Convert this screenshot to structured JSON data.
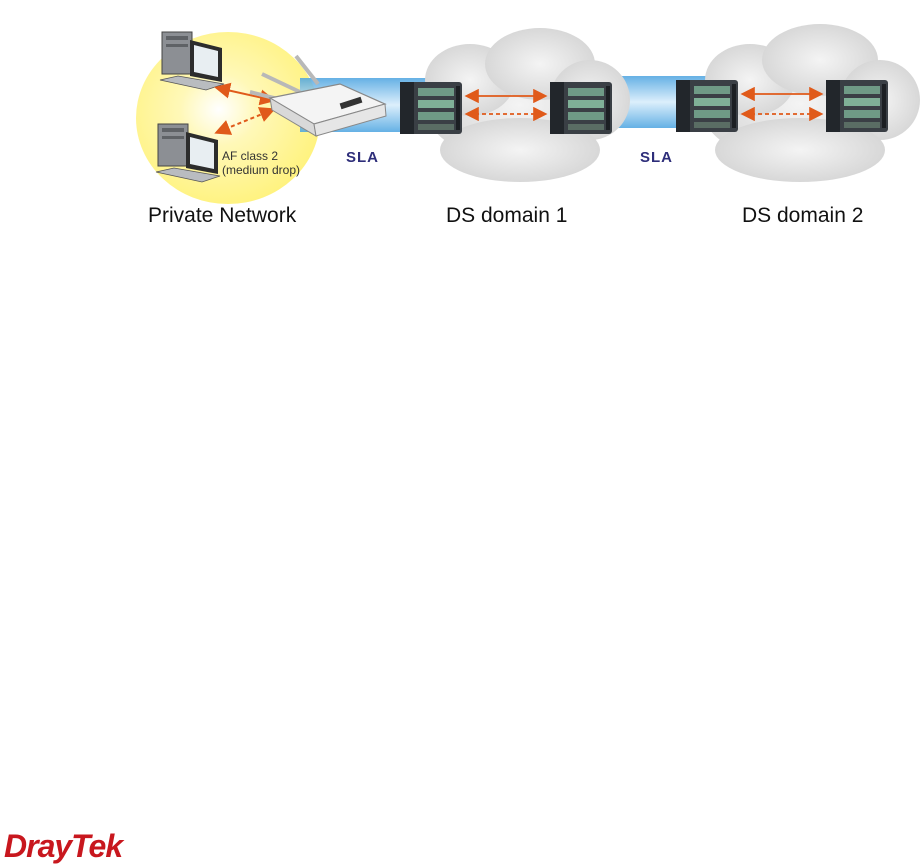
{
  "labels": {
    "af_line1": "AF class 2",
    "af_line2": "(medium drop)",
    "sla_1": "SLA",
    "sla_2": "SLA"
  },
  "regions": {
    "private_network": "Private Network",
    "ds_domain_1": "DS domain 1",
    "ds_domain_2": "DS domain 2"
  },
  "brand": {
    "logo_text": "DrayTek"
  },
  "colors": {
    "private_zone": "#fff27a",
    "link_band": "#a6d4f2",
    "cloud": "#e3e3e3",
    "arrow": "#e05a1a",
    "sla_text": "#2e2e7a",
    "logo": "#c8171e"
  },
  "icons": [
    "computer-icon",
    "router-icon",
    "server-rack-icon",
    "cloud-icon",
    "bidirectional-arrow-icon"
  ]
}
